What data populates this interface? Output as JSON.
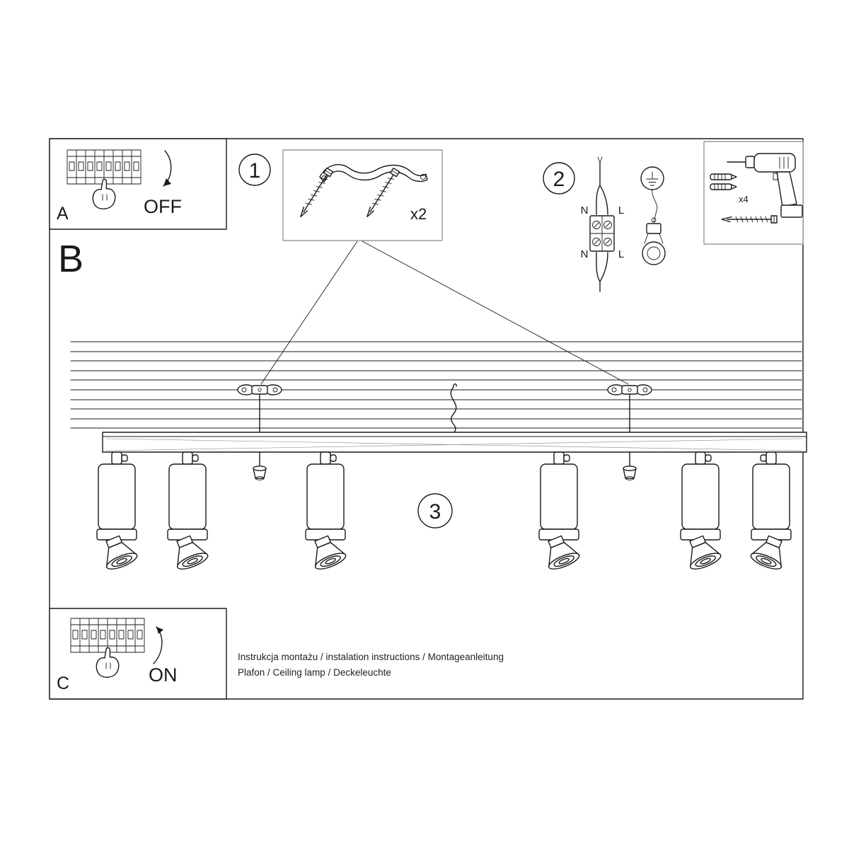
{
  "doc": {
    "instructions_line1": "Instrukcja montażu / instalation instructions / Montageanleitung",
    "instructions_line2": "Plafon / Ceiling lamp / Deckeleuchte"
  },
  "labels": {
    "panel_a": "A",
    "panel_b": "B",
    "panel_c": "C",
    "power_off": "OFF",
    "power_on": "ON",
    "step1": "1",
    "step2": "2",
    "step3": "3",
    "bracket_qty": "x2",
    "anchor_qty": "x4",
    "wire_n_top": "N",
    "wire_l_top": "L",
    "wire_n_bottom": "N",
    "wire_l_bottom": "L"
  },
  "colors": {
    "ink": "#1a1a1a",
    "box_border_gray": "#9a9a9a",
    "background": "#ffffff"
  }
}
